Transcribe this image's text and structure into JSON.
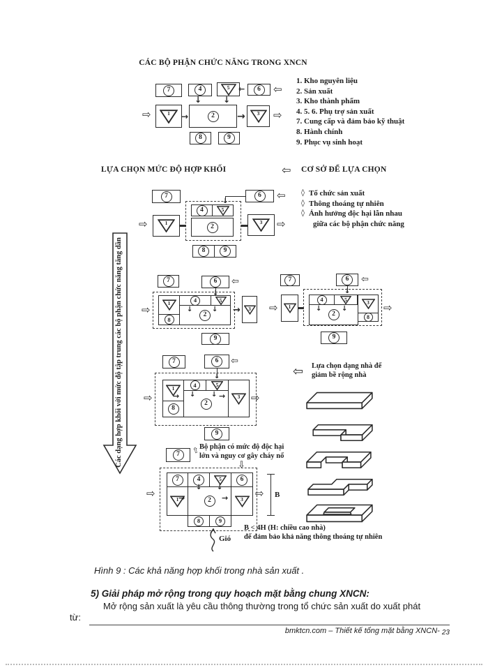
{
  "icons": {
    "block_left": "⇦",
    "block_right": "⇨",
    "block_down": "⇩",
    "block_up": "⇧",
    "thin_left": "←",
    "thin_right": "→",
    "thin_down": "↓",
    "diamond": "◊"
  },
  "labels": {
    "n1": "1",
    "n2": "2",
    "n3": "3",
    "n4": "4",
    "n5": "5",
    "n6": "6",
    "n7": "7",
    "n8": "8",
    "n9": "9"
  },
  "section1": {
    "title": "CÁC BỘ PHẬN CHỨC NĂNG TRONG XNCN",
    "legend": [
      "1. Kho nguyên liệu",
      "2. Sản xuất",
      "3. Kho thành phẩm",
      "4. 5. 6. Phụ trợ sản xuất",
      "7. Cung cấp và đảm bảo kỹ thuật",
      "8. Hành chính",
      "9. Phục vụ sinh hoạt"
    ]
  },
  "section2": {
    "title_left": "LỰA CHỌN MỨC ĐỘ HỢP KHỐI",
    "title_right": "CƠ SỞ ĐỂ LỰA CHỌN",
    "criteria": [
      "Tổ chức sản xuất",
      "Thông thoáng tự nhiên",
      "Ảnh hưởng độc hại lẫn nhau",
      "giữa các bộ phận chức năng"
    ]
  },
  "notes": {
    "vertical_arrow": "Các dạng hợp khối với mức độ tập trung các bộ phận chức năng tăng dần",
    "house_1": "Lựa chọn dạng nhà để",
    "house_2": "giảm bề rộng nhà",
    "hazard_1": "Bộ phận có mức độ độc hại",
    "hazard_2": "lớn và nguy cơ gây cháy nổ",
    "wind": "Gió",
    "b_dim": "B",
    "b_note_1": "B < 4H (H: chiều cao nhà)",
    "b_note_2": "để đảm bảo khả năng thông thoáng tự nhiên"
  },
  "bottom": {
    "caption": "Hình 9 : Các khả năng hợp khối trong nhà sản xuất .",
    "heading": "5) Giải pháp mở rộng trong quy hoạch mặt bằng chung XNCN:",
    "body_1": "Mở rộng sản xuất  là yêu  cầu thông  thường  trong  tổ chức  sản xuất  do xuất  phát",
    "body_2": "từ:",
    "footer": "bmktcn.com – Thiết kế tổng mặt bằng XNCN-",
    "page_number": "23"
  }
}
